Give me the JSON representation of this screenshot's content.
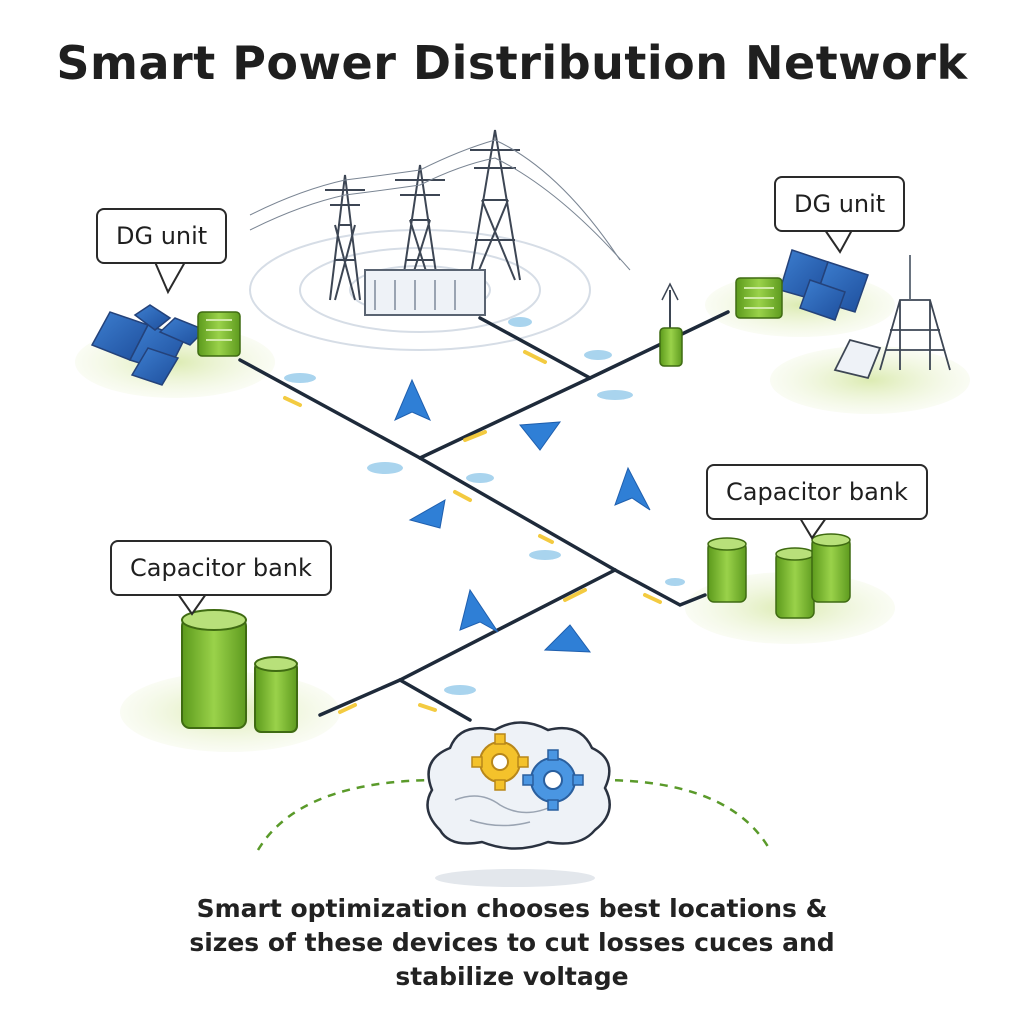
{
  "title": "Smart Power Distribution Network",
  "labels": {
    "dg_left": "DG unit",
    "dg_right": "DG unit",
    "cap_right": "Capacitor bank",
    "cap_left": "Capacitor bank"
  },
  "caption": {
    "line1": "Smart optimization chooses best locations &",
    "line2": "sizes of these devices to cut losses cuces and",
    "line3": "stabilize voltage"
  },
  "colors": {
    "line": "#1e2a3a",
    "flow": "#f2c52c",
    "accent_blue": "#2f7fd6",
    "battery_green": "#7fbe2e",
    "ground_green": "#e4efc4",
    "gear_yellow": "#f4c22b",
    "gear_blue": "#4a96e2"
  }
}
